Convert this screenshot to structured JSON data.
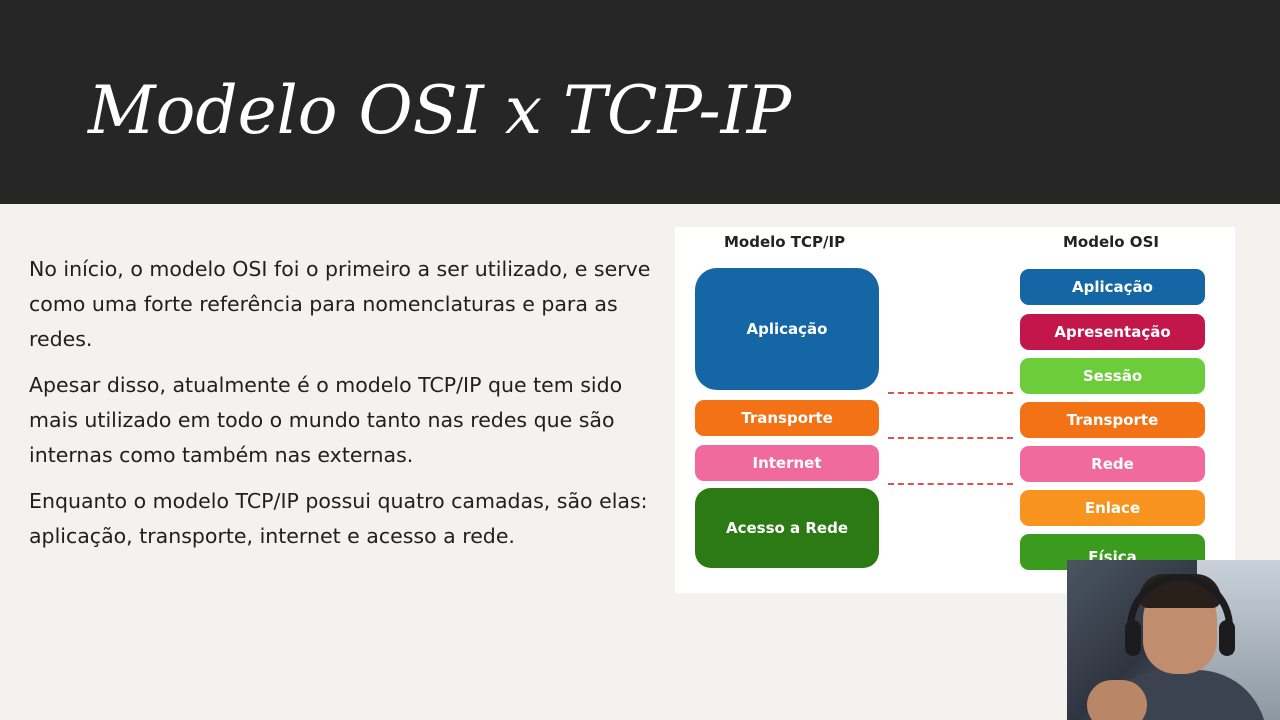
{
  "slide": {
    "title": "Modelo OSI x TCP-IP",
    "paragraphs": [
      "No início, o modelo OSI foi o primeiro a ser utilizado, e serve como uma forte referência para nomenclaturas e para as redes.",
      "Apesar disso, atualmente é o modelo TCP/IP que tem sido mais utilizado em todo o mundo tanto nas redes que são internas como também nas externas.",
      "Enquanto o modelo TCP/IP possui quatro camadas, são elas: aplicação, transporte, internet e acesso a rede."
    ]
  },
  "diagram": {
    "tcpip_heading": "Modelo TCP/IP",
    "osi_heading": "Modelo OSI",
    "tcpip_layers": [
      {
        "label": "Aplicação",
        "color": "#1467a4"
      },
      {
        "label": "Transporte",
        "color": "#f47216"
      },
      {
        "label": "Internet",
        "color": "#f06a9e"
      },
      {
        "label": "Acesso a Rede",
        "color": "#2c7a14"
      }
    ],
    "osi_layers": [
      {
        "label": "Aplicação",
        "color": "#1467a4"
      },
      {
        "label": "Apresentação",
        "color": "#c3164b"
      },
      {
        "label": "Sessão",
        "color": "#6ccc3a"
      },
      {
        "label": "Transporte",
        "color": "#f47216"
      },
      {
        "label": "Rede",
        "color": "#f06a9e"
      },
      {
        "label": "Enlace",
        "color": "#f7931e"
      },
      {
        "label": "Física",
        "color": "#3a9b1e"
      }
    ],
    "connector_color": "#d9534f"
  },
  "webcam": {
    "icon": "webcam-presenter"
  }
}
